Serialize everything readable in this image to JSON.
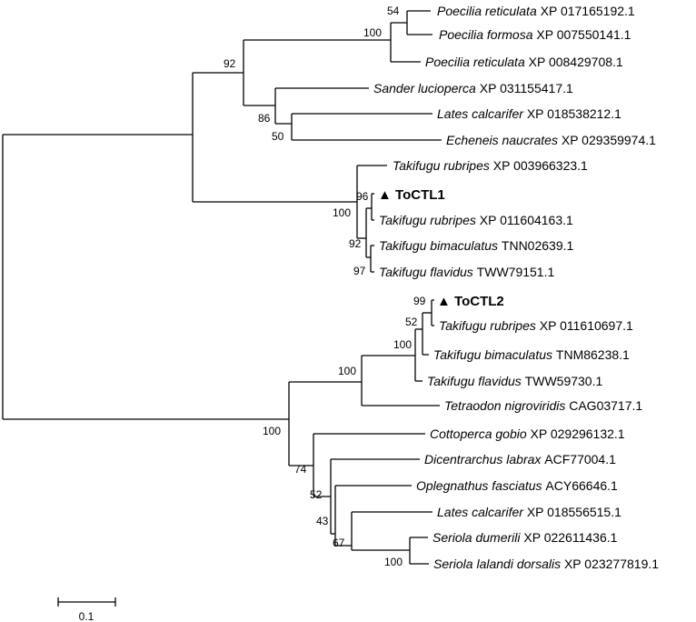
{
  "tips": [
    {
      "id": "t1",
      "genus": "Poecilia reticulata",
      "accession": "XP 017165192.1"
    },
    {
      "id": "t2",
      "genus": "Poecilia formosa",
      "accession": "XP 007550141.1"
    },
    {
      "id": "t3",
      "genus": "Poecilia reticulata",
      "accession": "XP 008429708.1"
    },
    {
      "id": "t4",
      "genus": "Sander lucioperca",
      "accession": "XP 031155417.1"
    },
    {
      "id": "t5",
      "genus": "Lates calcarifer",
      "accession": "XP 018538212.1"
    },
    {
      "id": "t6",
      "genus": "Echeneis naucrates",
      "accession": "XP 029359974.1"
    },
    {
      "id": "t7",
      "genus": "Takifugu rubripes",
      "accession": "XP 003966323.1"
    },
    {
      "id": "t8",
      "marker": "ToCTL1"
    },
    {
      "id": "t9",
      "genus": "Takifugu rubripes",
      "accession": "XP 011604163.1"
    },
    {
      "id": "t10",
      "genus": "Takifugu bimaculatus",
      "accession": "TNN02639.1"
    },
    {
      "id": "t11",
      "genus": "Takifugu flavidus",
      "accession": "TWW79151.1"
    },
    {
      "id": "t12",
      "marker": "ToCTL2"
    },
    {
      "id": "t13",
      "genus": "Takifugu rubripes",
      "accession": "XP 011610697.1"
    },
    {
      "id": "t14",
      "genus": "Takifugu bimaculatus",
      "accession": "TNM86238.1"
    },
    {
      "id": "t15",
      "genus": "Takifugu flavidus",
      "accession": "TWW59730.1"
    },
    {
      "id": "t16",
      "genus": "Tetraodon nigroviridis",
      "accession": "CAG03717.1"
    },
    {
      "id": "t17",
      "genus": "Cottoperca gobio",
      "accession": "XP 029296132.1"
    },
    {
      "id": "t18",
      "genus": "Dicentrarchus labrax",
      "accession": "ACF77004.1"
    },
    {
      "id": "t19",
      "genus": "Oplegnathus fasciatus",
      "accession": "ACY66646.1"
    },
    {
      "id": "t20",
      "genus": "Lates calcarifer",
      "accession": "XP 018556515.1"
    },
    {
      "id": "t21",
      "genus": "Seriola dumerili",
      "accession": "XP 022611436.1"
    },
    {
      "id": "t22",
      "genus": "Seriola lalandi dorsalis",
      "accession": "XP 023277819.1"
    }
  ],
  "bootstrap": [
    {
      "id": "b54",
      "value": "54"
    },
    {
      "id": "b100a",
      "value": "100"
    },
    {
      "id": "b92a",
      "value": "92"
    },
    {
      "id": "b86",
      "value": "86"
    },
    {
      "id": "b50",
      "value": "50"
    },
    {
      "id": "b96",
      "value": "96"
    },
    {
      "id": "b100b",
      "value": "100"
    },
    {
      "id": "b92b",
      "value": "92"
    },
    {
      "id": "b97",
      "value": "97"
    },
    {
      "id": "b99",
      "value": "99"
    },
    {
      "id": "b52a",
      "value": "52"
    },
    {
      "id": "b100c",
      "value": "100"
    },
    {
      "id": "b100d",
      "value": "100"
    },
    {
      "id": "b100e",
      "value": "100"
    },
    {
      "id": "b74",
      "value": "74"
    },
    {
      "id": "b52b",
      "value": "52"
    },
    {
      "id": "b43",
      "value": "43"
    },
    {
      "id": "b67",
      "value": "67"
    },
    {
      "id": "b100f",
      "value": "100"
    }
  ],
  "scale_bar": {
    "label": "0.1"
  },
  "marker_symbol": "▲"
}
